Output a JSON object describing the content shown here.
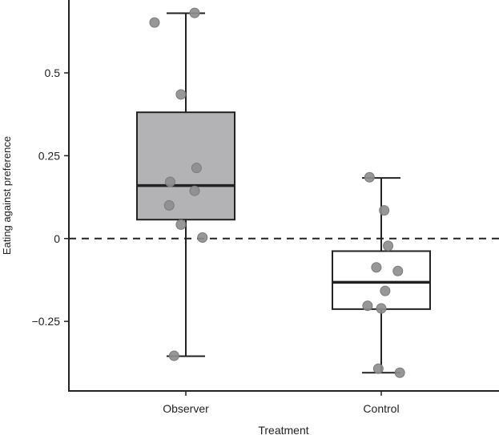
{
  "chart_data": {
    "type": "box",
    "xlabel": "Treatment",
    "ylabel": "Eating against preference",
    "categories": [
      "Observer",
      "Control"
    ],
    "ylim": [
      -0.46,
      0.72
    ],
    "yticks": [
      {
        "value": -0.25,
        "label": "−0.25"
      },
      {
        "value": 0,
        "label": "0"
      },
      {
        "value": 0.25,
        "label": "0.25"
      },
      {
        "value": 0.5,
        "label": "0.5"
      }
    ],
    "reference_line": {
      "value": 0,
      "style": "dashed"
    },
    "boxes": [
      {
        "name": "Observer",
        "min": -0.355,
        "q1": 0.057,
        "median": 0.16,
        "q3": 0.381,
        "max": 0.68,
        "fill": "#b3b3b5",
        "points": [
          {
            "x": -0.32,
            "y": 0.652
          },
          {
            "x": 0.09,
            "y": 0.681
          },
          {
            "x": -0.05,
            "y": 0.435
          },
          {
            "x": -0.16,
            "y": 0.171
          },
          {
            "x": 0.11,
            "y": 0.213
          },
          {
            "x": 0.09,
            "y": 0.144
          },
          {
            "x": -0.17,
            "y": 0.1
          },
          {
            "x": -0.05,
            "y": 0.042
          },
          {
            "x": 0.17,
            "y": 0.003
          },
          {
            "x": -0.12,
            "y": -0.354
          }
        ]
      },
      {
        "name": "Control",
        "min": -0.405,
        "q1": -0.213,
        "median": -0.132,
        "q3": -0.038,
        "max": 0.183,
        "fill": "#ffffff",
        "points": [
          {
            "x": -0.12,
            "y": 0.185
          },
          {
            "x": 0.03,
            "y": 0.085
          },
          {
            "x": 0.07,
            "y": -0.022
          },
          {
            "x": -0.05,
            "y": -0.087
          },
          {
            "x": 0.17,
            "y": -0.098
          },
          {
            "x": 0.04,
            "y": -0.158
          },
          {
            "x": -0.14,
            "y": -0.203
          },
          {
            "x": 0.0,
            "y": -0.211
          },
          {
            "x": -0.03,
            "y": -0.393
          },
          {
            "x": 0.19,
            "y": -0.405
          }
        ]
      }
    ],
    "colors": {
      "axis": "#222222",
      "point_fill": "#8e8e90",
      "point_stroke": "#7a7a7c",
      "box_stroke": "#222222"
    }
  }
}
